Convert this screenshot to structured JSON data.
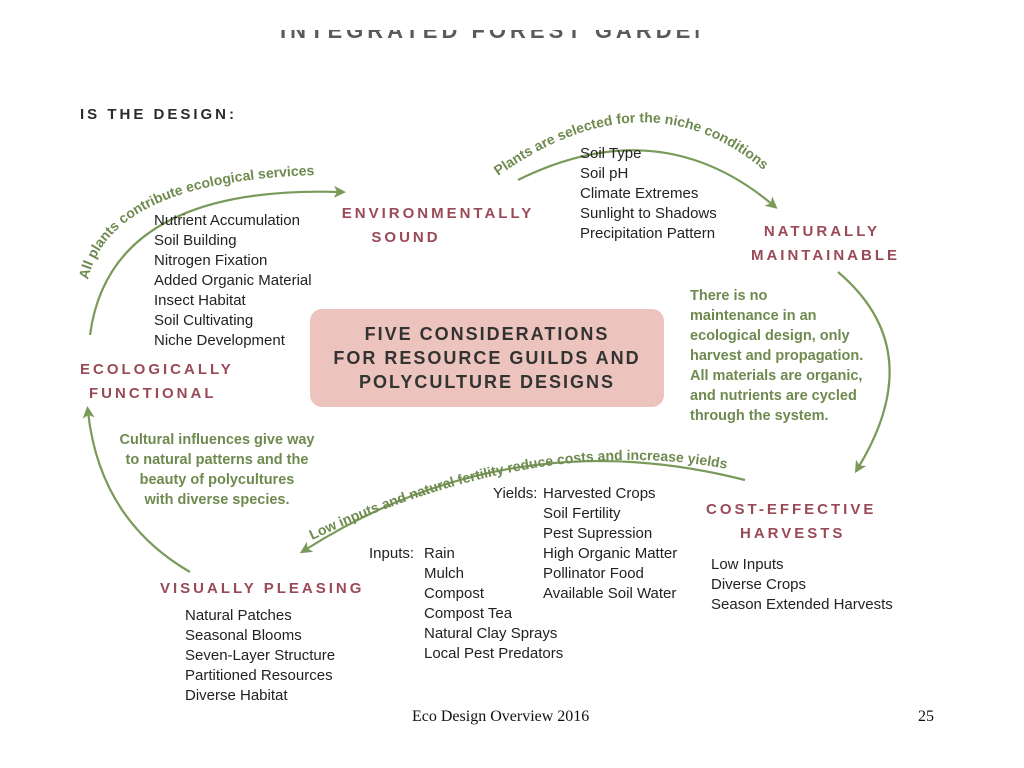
{
  "partial_title": "INTEGRATED FOREST GARDENING",
  "intro": "IS THE DESIGN:",
  "center": {
    "lines": [
      "FIVE CONSIDERATIONS",
      "FOR RESOURCE GUILDS AND",
      "POLYCULTURE DESIGNS"
    ]
  },
  "environmentally_sound": {
    "heading": [
      "ENVIRONMENTALLY",
      "SOUND"
    ],
    "items": [
      "Soil Type",
      "Soil pH",
      "Climate Extremes",
      "Sunlight to Shadows",
      "Precipitation Pattern"
    ]
  },
  "naturally_maintainable": {
    "heading": [
      "NATURALLY",
      "MAINTAINABLE"
    ],
    "note": [
      "There is no",
      "maintenance in an",
      "ecological design, only",
      "harvest and propagation.",
      "All materials are organic,",
      "and nutrients are cycled",
      "through the system."
    ]
  },
  "cost_effective": {
    "heading": [
      "COST-EFFECTIVE",
      "HARVESTS"
    ],
    "items": [
      "Low Inputs",
      "Diverse Crops",
      "Season Extended Harvests"
    ]
  },
  "visually_pleasing": {
    "heading": "VISUALLY PLEASING",
    "items": [
      "Natural Patches",
      "Seasonal Blooms",
      "Seven-Layer Structure",
      "Partitioned Resources",
      "Diverse Habitat"
    ]
  },
  "ecologically_functional": {
    "heading": [
      "ECOLOGICALLY",
      "FUNCTIONAL"
    ],
    "items": [
      "Nutrient Accumulation",
      "Soil Building",
      "Nitrogen Fixation",
      "Added Organic Material",
      "Insect Habitat",
      "Soil Cultivating",
      "Niche Development"
    ]
  },
  "cultural_note": [
    "Cultural influences give way",
    "to natural patterns and the",
    "beauty of polycultures",
    "with diverse species."
  ],
  "inputs": {
    "label": "Inputs:",
    "items": [
      "Rain",
      "Mulch",
      "Compost",
      "Compost Tea",
      "Natural Clay Sprays",
      "Local Pest Predators"
    ]
  },
  "yields": {
    "label": "Yields:",
    "items": [
      "Harvested Crops",
      "Soil Fertility",
      "Pest Supression",
      "High Organic Matter",
      "Pollinator Food",
      "Available Soil Water"
    ]
  },
  "arc_labels": {
    "top_left": "All plants contribute ecological services",
    "top_right": "Plants are selected for the niche conditions",
    "bottom": "Low inputs and natural fertility reduce costs and increase yields"
  },
  "footer": {
    "text": "Eco Design Overview 2016",
    "page": "25"
  },
  "colors": {
    "heading": "#9a4a57",
    "green": "#6e8a4f",
    "box": "#ecc4bd"
  }
}
